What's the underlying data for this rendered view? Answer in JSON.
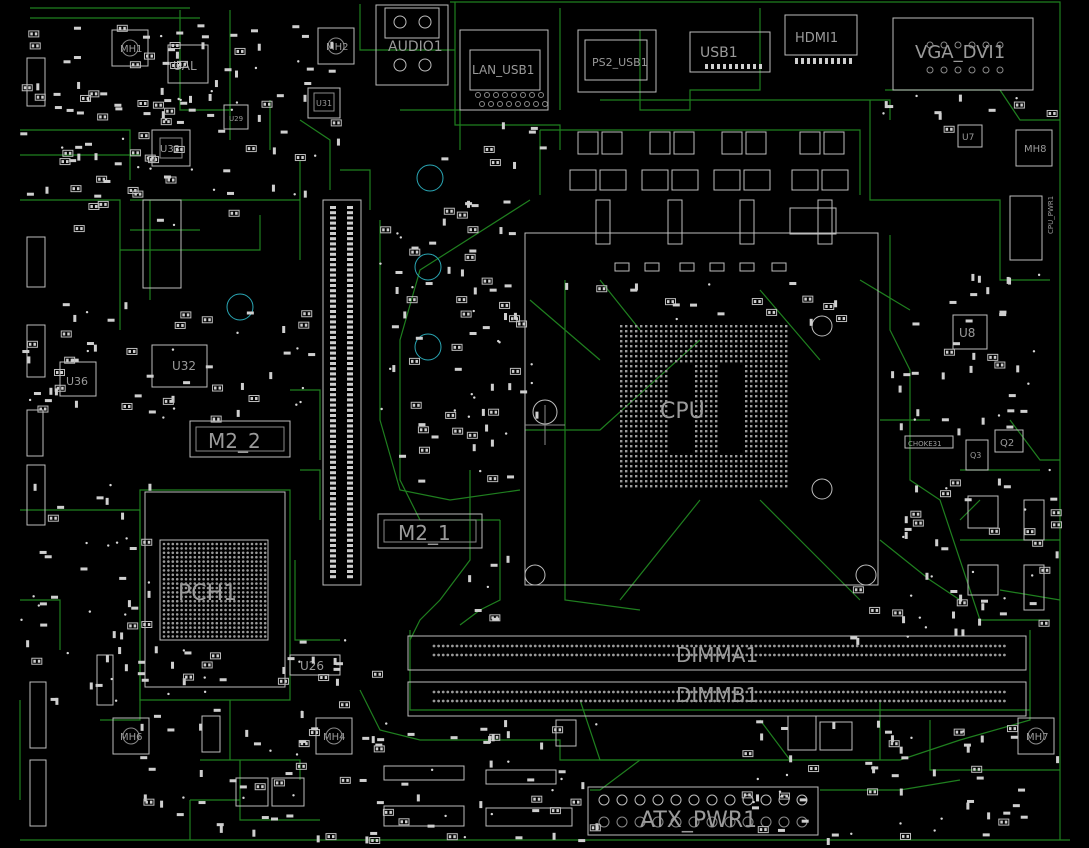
{
  "components": {
    "audio": "AUDIO1",
    "lan_usb": "LAN_USB1",
    "ps2_usb": "PS2_USB1",
    "usb": "USB1",
    "hdmi": "HDMI1",
    "vga_dvi": "VGA_DVI1",
    "mh1": "MH1",
    "mh2": "MH2",
    "mh4": "MH4",
    "mh6": "MH6",
    "mh7": "MH7",
    "mh8": "MH8",
    "ual": "UAL",
    "u33": "U33",
    "u29": "U29",
    "u31": "U31",
    "u32": "U32",
    "u36": "U36",
    "u26": "U26",
    "u8": "U8",
    "u7": "U7",
    "q2": "Q2",
    "q3": "Q3",
    "m2_2": "M2_2",
    "m2_1": "M2_1",
    "cpu": "CPU",
    "pch": "PCH1",
    "dimm_a": "DIMMA1",
    "dimm_b": "DIMMB1",
    "atx": "ATX_PWR1",
    "cpu_pwr": "CPU_PWR1",
    "choke": "CHOKE31"
  },
  "colors": {
    "background": "#000000",
    "silkscreen": "#bdbdbd",
    "trace": "#1f7f1f",
    "mount_hole": "#2aa7b5"
  }
}
